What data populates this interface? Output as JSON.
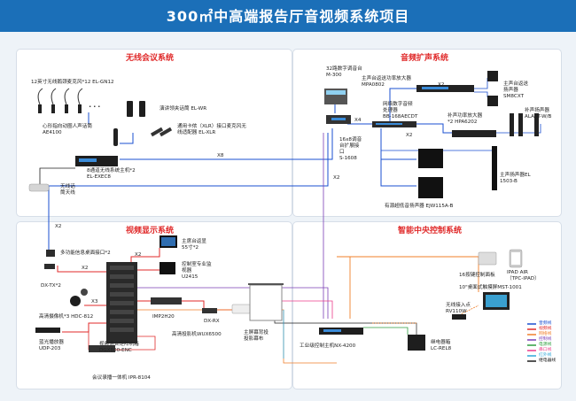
{
  "title": "300㎡中高端报告厅音视频系统项目",
  "sections": {
    "wireless": "无线会议系统",
    "audio": "音频扩声系统",
    "video": "视频显示系统",
    "control": "智能中央控制系统"
  },
  "labels": {
    "gooseneck": "12英寸无线鹅颈麦克风*12 EL-GN12",
    "speaker_unit": "演讲领夹话筒 EL-WR",
    "cardioid": "心形指向动圈人声话筒\nAE4100",
    "universal": "通用卡侬（XLR）接口麦克风无\n线适配器 EL-XLR",
    "host": "8通道无线系统主机*2\nEL-EXEC8",
    "antenna": "无线话\n筒天线",
    "mixer": "32路数字调音台\nM-300",
    "matrix16": "16x8调音\n台扩展接\n口\nS-1608",
    "processor": "网络数字音频\n处理器\nBB-168AECDT",
    "main_amp": "主声台返送功率放大器\nMPA0802",
    "main_spk": "主声台返送\n扬声器\nSM8CXT",
    "fill_amp": "补声功率放大器\n*2 HPA6202",
    "fill_spk": "补声扬声器\nALAST-W/B",
    "column_spk": "主声扬声器EL\n1503-B",
    "sub": "有源超低音扬声器 EJW115A-B",
    "desk_if": "多功能信息桌面接口*2",
    "dxtx": "DX-TX*2",
    "cam": "高清摄像机*3 HDC-812",
    "bluray": "蓝光播放器\nUDP-203",
    "matrix": "视频混合矩阵机箱\nDGX800-ENC",
    "recorder": "会议录播一体机 IPR-8104",
    "main_tv": "主席台返显\n55寸*2",
    "ctrl_tv": "控制室专业监\n视器\nU2415",
    "imp": "IMP2H20",
    "dxrx": "DX-RX",
    "projector": "高清投影机WUX6500",
    "screen": "主屏幕背投\n投影幕布",
    "control_host": "工业级控制主机NX-4200",
    "panel16": "16按键控制面板",
    "ipad": "IPAD AIR\n（TPC-IPAD）",
    "touch": "10\"桌面式触摸屏MST-1001",
    "wap": "无线接入点\nRV110W",
    "relay": "继电器箱\nLC-REL8"
  },
  "counts": {
    "x8": "X8",
    "x2_a": "X2",
    "x2_b": "X2",
    "x2_c": "X2",
    "x2_d": "X2",
    "x2_e": "X2",
    "x2_f": "X2",
    "x3": "X3",
    "x4": "X4",
    "dots": "• • •"
  },
  "legend": [
    {
      "label": "音频线",
      "color": "#1a4fd0"
    },
    {
      "label": "视频线",
      "color": "#e02a2a"
    },
    {
      "label": "网络线",
      "color": "#f07f2a"
    },
    {
      "label": "控制线",
      "color": "#7b3fb5"
    },
    {
      "label": "电源线",
      "color": "#2e9e3f"
    },
    {
      "label": "串口线",
      "color": "#ec3c8a"
    },
    {
      "label": "红外线",
      "color": "#30a7d8"
    },
    {
      "label": "继电器线",
      "color": "#1c1c1c"
    }
  ]
}
